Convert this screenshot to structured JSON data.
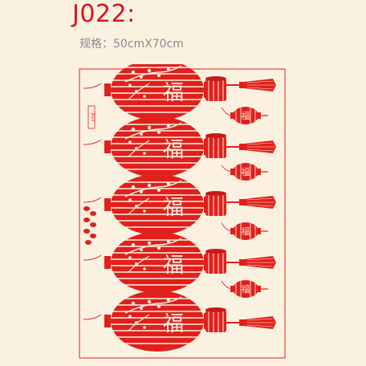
{
  "product": {
    "code": "J022:",
    "size_text": "规格：50cmX70cm",
    "side_tag": "J022",
    "lantern_character": "福",
    "small_lantern_characters": [
      "福",
      "福",
      "福",
      "福"
    ],
    "colors": {
      "background": "#fbf1e1",
      "accent_red": "#d8141b",
      "sticker_red": "#e0201c",
      "gray_text": "#8a8a8a"
    }
  }
}
